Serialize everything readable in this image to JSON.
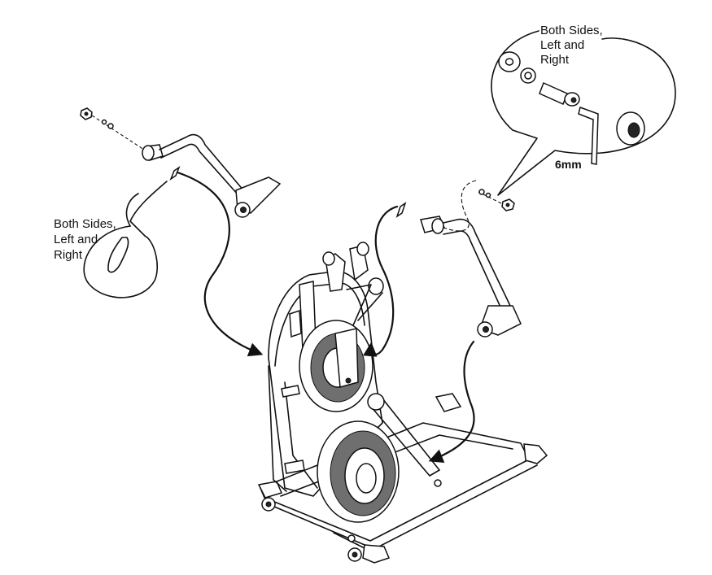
{
  "callouts": {
    "top_right": {
      "line1": "Both Sides,",
      "line2": "Left and",
      "line3": "Right"
    },
    "left": {
      "line1": "Both Sides,",
      "line2": "Left and",
      "line3": "Right"
    }
  },
  "tool_label": "6mm",
  "colors": {
    "ink": "#111111",
    "background": "#ffffff",
    "mesh": "#6f6f6f"
  },
  "icons": [
    "hex-key-icon",
    "bolt-icon",
    "washer-icon",
    "nut-icon",
    "pivot-cap-icon"
  ]
}
